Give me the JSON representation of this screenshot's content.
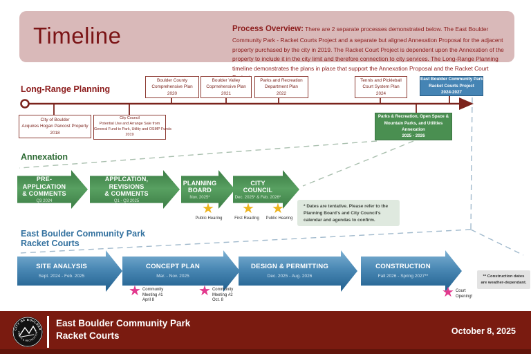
{
  "colors": {
    "maroon": "#7b1a14",
    "header_bg": "#d9b9b9",
    "axis_red": "#7b231c",
    "green_arrow": "#45894d",
    "green_box": "#4a8f51",
    "blue_arrow": "#3c7fae",
    "blue_box": "#4584b4",
    "gold_star": "#edb41e",
    "pink_star": "#e23a8e",
    "footer_bg": "#7a1b10"
  },
  "header": {
    "title": "Timeline",
    "overview_label": "Process Overview:",
    "overview_text": "There are 2 separate processes demonstrated below. The East Boulder Community Park - Racket Courts Project and a separate but aligned Annexation Proposal for the adjacent property purchased by the city in 2019. The Racket Court Project is dependent upon the Annexation of the property to include it in the city limit and therefore connection to city services.  The Long-Range Planning timeline demonstrates the plans in place that support the Annexation Proposal and the Racket Court Project."
  },
  "long_range": {
    "label": "Long-Range Planning",
    "top_events": [
      {
        "line1": "Boulder County",
        "line2": "Comprehensive Plan",
        "line3": "2020"
      },
      {
        "line1": "Boulder Valley",
        "line2": "Coprnehensive Plan",
        "line3": "2021"
      },
      {
        "line1": "Parks and Recreation",
        "line2": "Department Plan",
        "line3": "2022"
      },
      {
        "line1": "Tennis and Pickleball",
        "line2": "Court System Plan",
        "line3": "2024"
      }
    ],
    "project_box": {
      "line1": "East Boulder Community Park",
      "line2": "Racket Courts Project",
      "line3": "2024-2027"
    },
    "bottom_events": [
      {
        "line1": "City of Boulder",
        "line2": "Acquires Hogan Pancost Property",
        "line3": "2018"
      },
      {
        "line1": "City Council",
        "line2": "Potential Use and Arrange Sale from",
        "line3": "General Fund to Park, Utility and OSMP Funds",
        "line4": "2019"
      }
    ],
    "annexation_box": {
      "line1": "Parks & Recreation, Open Space &",
      "line2": "Mountain Parks, and Utilities",
      "line3": "Annexation",
      "line4": "2025 - 2026"
    }
  },
  "annexation": {
    "label": "Annexation",
    "steps": [
      {
        "line1": "PRE-APPLICATION",
        "line2": "& COMMENTS",
        "date": "Q3 2024"
      },
      {
        "line1": "APPLCATION, REVISIONS",
        "line2": "& COMMENTS",
        "date": "Q1 - Q3 2025"
      },
      {
        "line1": "PLANNING",
        "line2": "BOARD",
        "date": "Nov. 2025*"
      },
      {
        "line1": "CITY",
        "line2": "COUNCIL",
        "date": "Dec. 2025* & Feb. 2026*"
      }
    ],
    "milestones": [
      {
        "label": "Public Hearing"
      },
      {
        "label": "First Reading"
      },
      {
        "label": "Public Hearing"
      }
    ],
    "note": "* Dates are tentative. Please refer to the Planning Board's and City Council's calendar and agendas to confirm."
  },
  "park": {
    "label_line1": "East Boulder Community Park",
    "label_line2": "Racket Courts",
    "steps": [
      {
        "title": "SITE ANALYSIS",
        "date": "Sept. 2024 - Feb. 2025"
      },
      {
        "title": "CONCEPT PLAN",
        "date": "Mar. - Nov. 2025"
      },
      {
        "title": "DESIGN & PERMITTING",
        "date": "Dec. 2025 - Aug. 2026"
      },
      {
        "title": "CONSTRUCTION",
        "date": "Fall 2026 - Spring 2027**"
      }
    ],
    "milestones": [
      {
        "line1": "Community",
        "line2": "Meeting #1",
        "line3": "April 8"
      },
      {
        "line1": "Community",
        "line2": "Meeting #2",
        "line3": "Oct. 8"
      },
      {
        "line1": "Court",
        "line2": "Opening!",
        "line3": ""
      }
    ],
    "note": "** Construction dates are weather-dependant."
  },
  "footer": {
    "title_line1": "East Boulder Community Park",
    "title_line2": "Racket Courts",
    "date": "October 8, 2025",
    "logo_top": "CITY OF BOULDER",
    "logo_bottom": "PARKS & RECREATION"
  }
}
